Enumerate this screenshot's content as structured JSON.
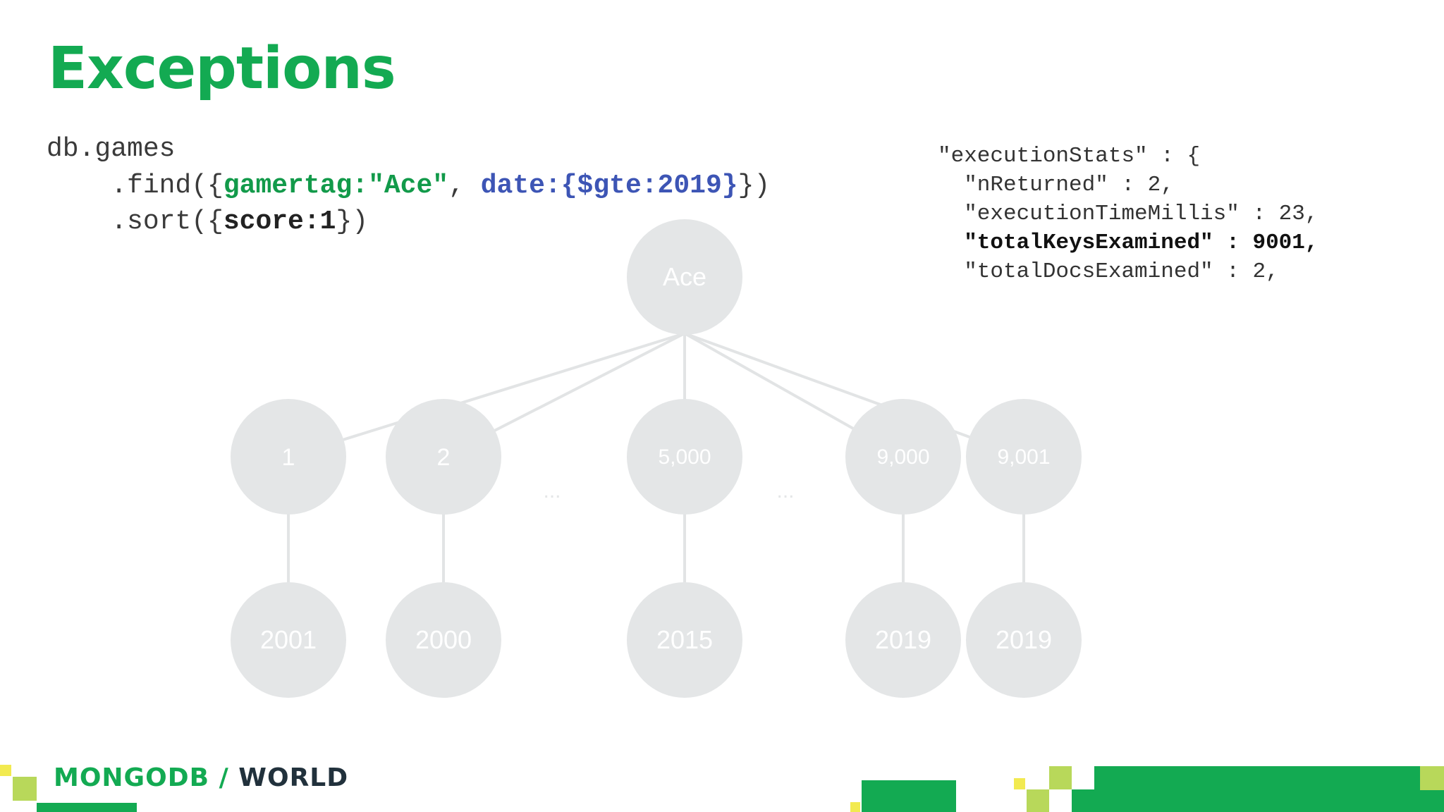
{
  "slide": {
    "title": "Exceptions"
  },
  "query": {
    "line1": "db.games",
    "find_prefix": "    .find({",
    "find_gamertag": "gamertag:\"Ace\"",
    "find_sep": ", ",
    "find_date": "date:{$gte:2019}",
    "find_suffix": "})",
    "sort_prefix": "    .sort({",
    "sort_score": "score:1",
    "sort_suffix": "})"
  },
  "execution_stats": {
    "open": "\"executionStats\" : {",
    "n_returned": "  \"nReturned\" : 2,",
    "execution_time": "  \"executionTimeMillis\" : 23,",
    "total_keys_key": "  \"totalKeysExamined\"",
    "total_keys_value": " : 9001,",
    "total_docs": "  \"totalDocsExamined\" : 2,"
  },
  "tree": {
    "root": "Ace",
    "ellipsis": "...",
    "scores": [
      "1",
      "2",
      "5,000",
      "9,000",
      "9,001"
    ],
    "dates": [
      "2001",
      "2000",
      "2015",
      "2019",
      "2019"
    ]
  },
  "footer": {
    "brand_left": "MONGODB / ",
    "brand_right": "W",
    "brand_mark": "O",
    "brand_end": "RLD"
  },
  "colors": {
    "accent_green": "#13aa52",
    "lime": "#b8d85a",
    "yellow": "#f2ea50",
    "node_fill": "#e4e6e7",
    "edge": "#e2e4e5",
    "query_blue": "#3d55b5"
  }
}
